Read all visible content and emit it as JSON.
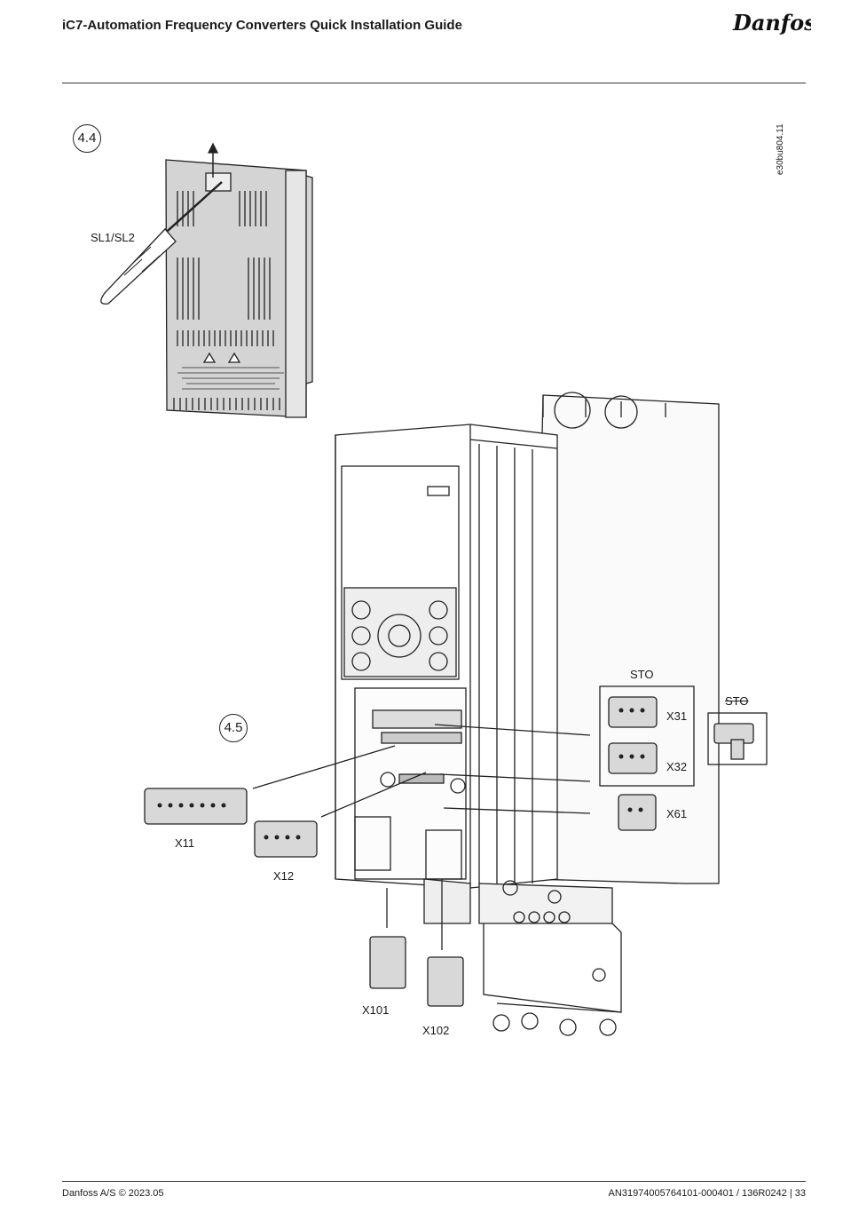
{
  "header": {
    "title": "iC7-Automation Frequency Converters Quick Installation Guide",
    "logo_text": "Danfoss"
  },
  "figure": {
    "doc_code": "e30bu804.11",
    "steps": [
      "4.4",
      "4.5"
    ],
    "tool_label": "SL1/SL2",
    "sto_label": "STO",
    "sto_removed_label": "STO",
    "connectors": [
      "X31",
      "X32",
      "X61",
      "X11",
      "X12",
      "X101",
      "X102"
    ]
  },
  "footer": {
    "left": "Danfoss A/S © 2023.05",
    "right": "AN31974005764101-000401 / 136R0242 | 33"
  }
}
